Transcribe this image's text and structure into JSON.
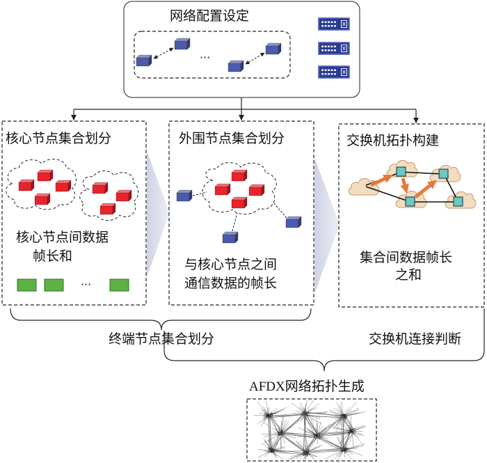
{
  "diagram": {
    "config_box": {
      "title": "网络配置设定",
      "ellipsis": "···"
    },
    "core_partition": {
      "title": "核心节点集合划分",
      "line1": "核心节点间数据",
      "line2": "帧长和",
      "ellipsis": "···"
    },
    "peripheral_partition": {
      "title": "外围节点集合划分",
      "line1": "与核心节点之间",
      "line2": "通信数据的帧长"
    },
    "switch_topology": {
      "title": "交换机拓扑构建",
      "line1": "集合间数据帧长",
      "line2": "之和"
    },
    "terminal_partition_label": "终端节点集合划分",
    "switch_connection_label": "交换机连接判断",
    "output_label": "AFDX网络拓扑生成"
  },
  "icons": {
    "end_system": "end-system-cube-icon",
    "core_node": "core-node-cube-icon",
    "switch_device": "switch-device-icon",
    "data_frame": "data-frame-icon",
    "switch_node": "switch-node-icon",
    "switch_cloud": "cloud-icon"
  },
  "colors": {
    "end_system_node": "#4b5ba8",
    "core_node": "#e8232b",
    "data_frame": "#5db146",
    "switch_node": "#6fc6c4",
    "aggregation_arrow": "#e57a3c",
    "switch_cloud": "#f3dcc0",
    "switch_device": "#2d3b8c",
    "flow_triangle": "#cfd2e4"
  }
}
